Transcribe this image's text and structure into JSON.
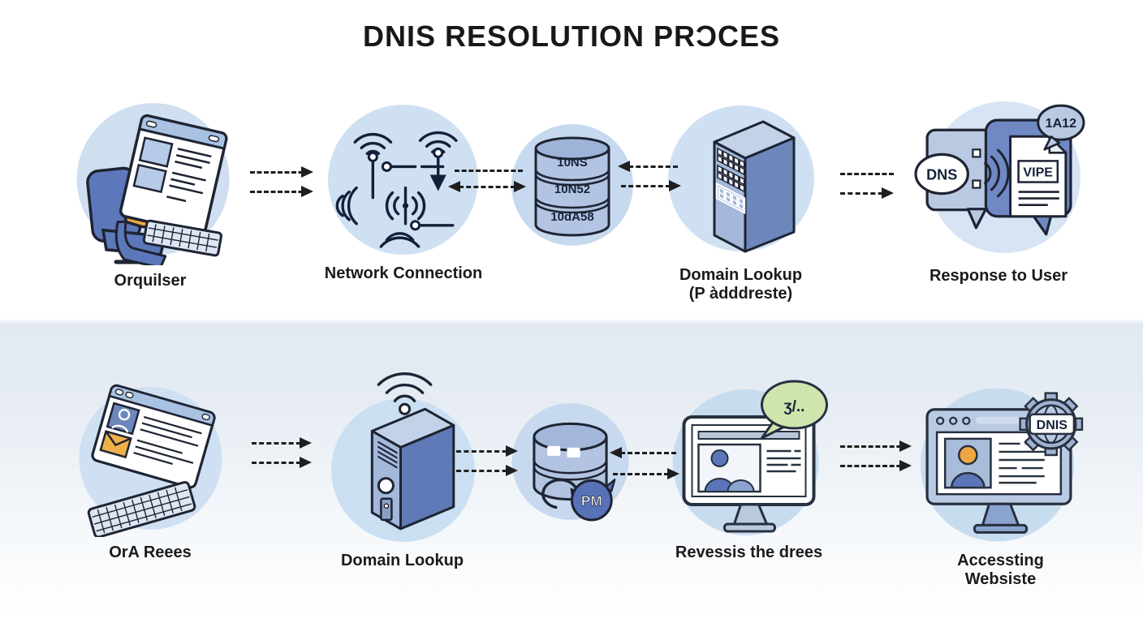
{
  "title": "DNIS RESOLUTION PRƆCES",
  "colors": {
    "circle_blue": "#cfe0f2",
    "icon_blue": "#5b76b8",
    "accent_orange": "#f0a741",
    "bubble_green": "#cfe5ad",
    "outline_dark": "#1e2433"
  },
  "rows": [
    {
      "steps": [
        {
          "label": "Orquilser"
        },
        {
          "label": "Network Connection"
        },
        {
          "label": "",
          "tiers": [
            "10NS",
            "10N52",
            "10dA58"
          ]
        },
        {
          "label": "Domain Lookup\n(P àdddreste)"
        },
        {
          "label": "Response to User",
          "dns_bubble": "DNS",
          "document_title": "VIPE",
          "ip_tag": "1A12"
        }
      ]
    },
    {
      "steps": [
        {
          "label": "OrA Reees"
        },
        {
          "label": "Domain Lookup"
        },
        {
          "label": "",
          "cache_badge": "PM"
        },
        {
          "label": "Revessis the drees",
          "speech_bubble": "ʒ/.."
        },
        {
          "label": "Accessting\nWebsiste",
          "gear_label": "DNIS"
        }
      ]
    }
  ]
}
